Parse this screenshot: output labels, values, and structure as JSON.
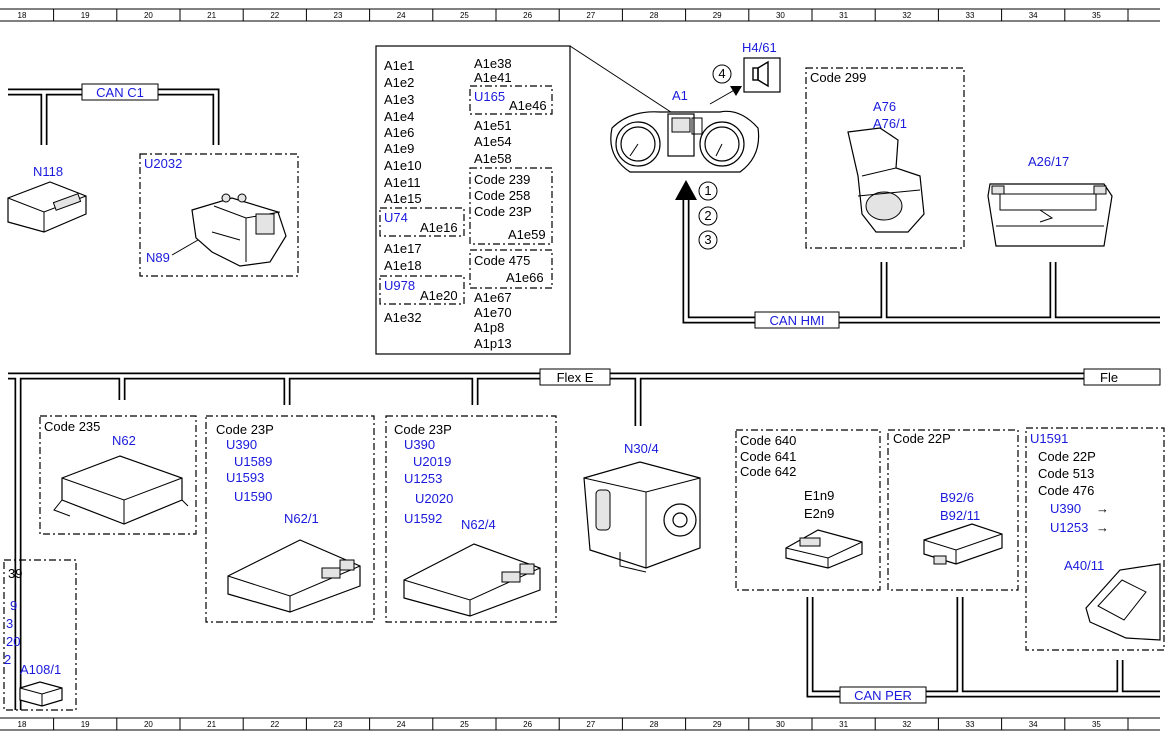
{
  "ruler": [
    "18",
    "19",
    "20",
    "21",
    "22",
    "23",
    "24",
    "25",
    "26",
    "27",
    "28",
    "29",
    "30",
    "31",
    "32",
    "33",
    "34",
    "35"
  ],
  "buses": {
    "can_c1": "CAN C1",
    "can_hmi": "CAN HMI",
    "flex_e": "Flex E",
    "flex_e_right": "Fle",
    "can_per": "CAN PER"
  },
  "components": {
    "n118": "N118",
    "u2032": "U2032",
    "n89": "N89",
    "a1": "A1",
    "h4_61": "H4/61",
    "code299": "Code 299",
    "a76": "A76",
    "a76_1": "A76/1",
    "a26_17": "A26/17",
    "code235": "Code 235",
    "n62": "N62",
    "n30_4": "N30/4",
    "a108_1": "A108/1",
    "e1n9": "E1n9",
    "e2n9": "E2n9",
    "b92_6": "B92/6",
    "b92_11": "B92/11",
    "a40_11": "A40/11"
  },
  "callouts": [
    "1",
    "2",
    "3",
    "4"
  ],
  "a1_table": {
    "left": [
      "A1e1",
      "A1e2",
      "A1e3",
      "A1e4",
      "A1e6",
      "A1e9",
      "A1e10",
      "A1e11",
      "A1e15"
    ],
    "u74": "U74",
    "a1e16": "A1e16",
    "left2": [
      "A1e17",
      "A1e18"
    ],
    "u978": "U978",
    "a1e20": "A1e20",
    "a1e32": "A1e32",
    "right_top": [
      "A1e38",
      "A1e41"
    ],
    "u165": "U165",
    "a1e46": "A1e46",
    "right_mid": [
      "A1e51",
      "A1e54",
      "A1e58"
    ],
    "codes_a": [
      "Code 239",
      "Code 258",
      "Code 23P"
    ],
    "a1e59": "A1e59",
    "code475": "Code 475",
    "a1e66": "A1e66",
    "right_bottom": [
      "A1e67",
      "A1e70",
      "A1p8",
      "A1p13"
    ]
  },
  "n62_1_box": {
    "code": "Code 23P",
    "items": [
      "U390",
      "U1589",
      "U1593",
      "U1590"
    ],
    "label": "N62/1"
  },
  "n62_4_box": {
    "code": "Code 23P",
    "items": [
      "U390",
      "U2019",
      "U1253",
      "U2020",
      "U1592"
    ],
    "label": "N62/4"
  },
  "e_box": {
    "codes": [
      "Code 640",
      "Code 641",
      "Code 642"
    ]
  },
  "b92_box": {
    "code": "Code 22P"
  },
  "a40_box": {
    "u1591": "U1591",
    "codes": [
      "Code 22P",
      "Code 513",
      "Code 476"
    ],
    "u390": "U390",
    "u1253": "U1253",
    "arrow": "→"
  },
  "a108_box": {
    "partial": [
      "39",
      "9",
      "3",
      "20",
      "2"
    ]
  }
}
